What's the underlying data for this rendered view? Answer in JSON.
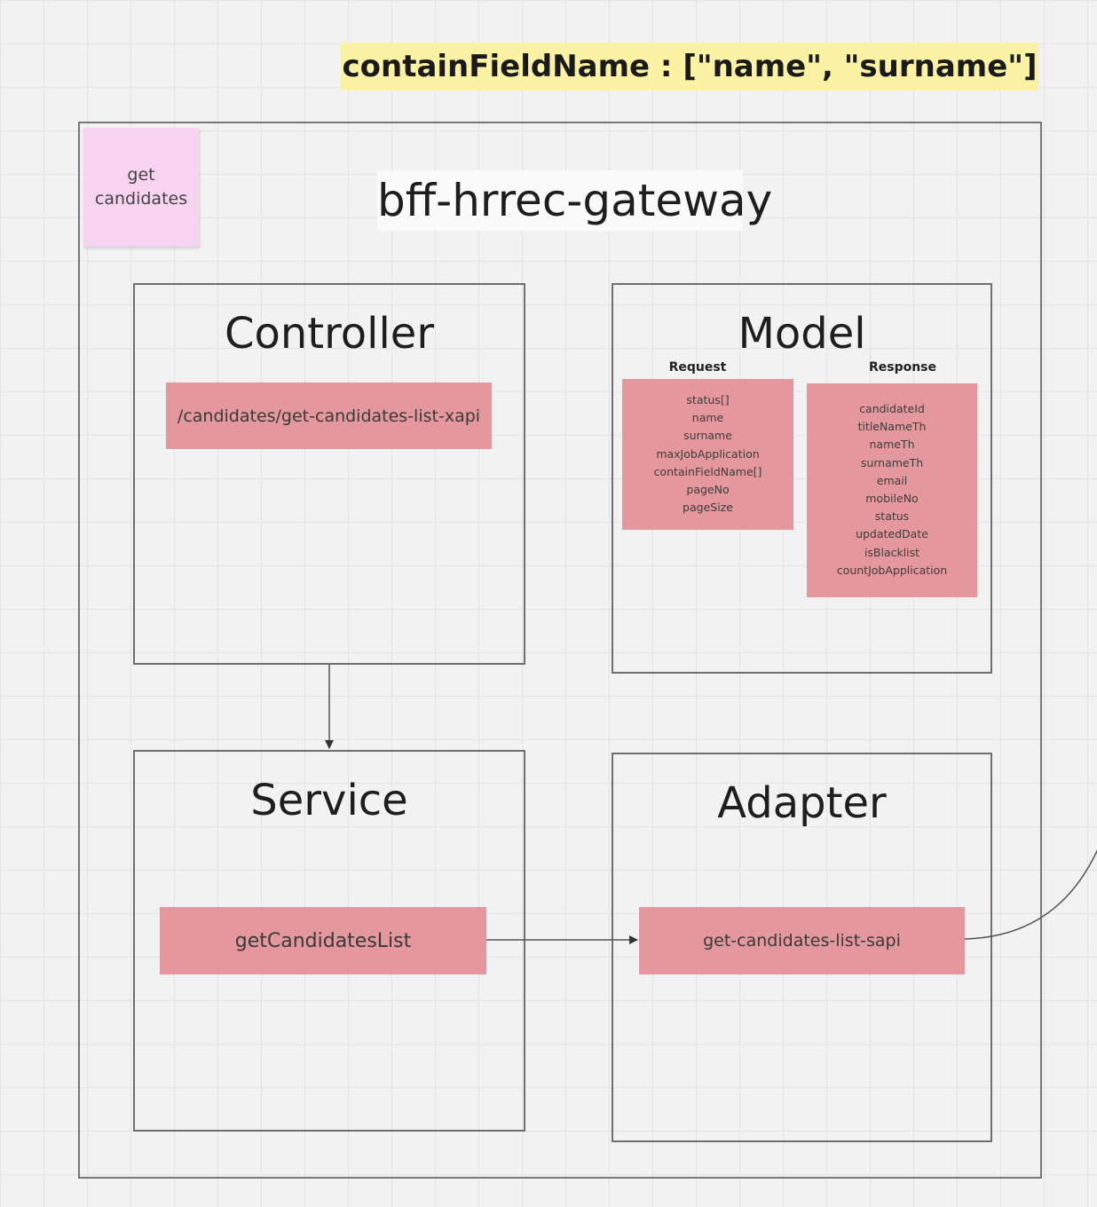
{
  "highlight_note": "containFieldName : [\"name\", \"surname\"]",
  "sticky_note": "get\ncandidates",
  "gateway_title": "bff-hrrec-gateway",
  "controller": {
    "title": "Controller",
    "endpoint": "/candidates/get-candidates-list-xapi"
  },
  "model": {
    "title": "Model",
    "request": {
      "label": "Request",
      "fields": [
        "status[]",
        "name",
        "surname",
        "maxJobApplication",
        "containFieldName[]",
        "pageNo",
        "pageSize"
      ]
    },
    "response": {
      "label": "Response",
      "fields": [
        "candidateId",
        "titleNameTh",
        "nameTh",
        "surnameTh",
        "email",
        "mobileNo",
        "status",
        "updatedDate",
        "isBlacklist",
        "countJobApplication"
      ]
    }
  },
  "service": {
    "title": "Service",
    "method": "getCandidatesList"
  },
  "adapter": {
    "title": "Adapter",
    "method": "get-candidates-list-sapi"
  },
  "colors": {
    "highlight": "#fbf3a3",
    "sticky": "#f6d3ee",
    "pink_box": "#e4979c",
    "frame": "#6f6f6f"
  }
}
